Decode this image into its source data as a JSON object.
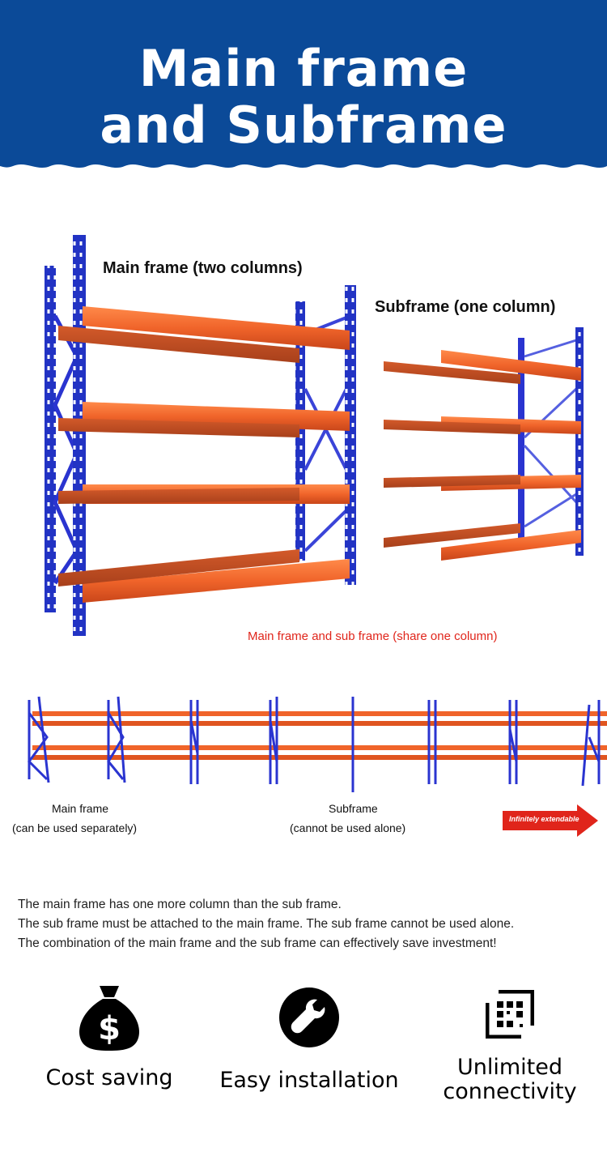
{
  "banner": {
    "line1": "Main frame",
    "line2": "and Subframe",
    "color": "#0b4a98"
  },
  "diagram1": {
    "main_frame_label": "Main frame (two columns)",
    "subframe_label": "Subframe (one column)",
    "shared_label": "Main frame and sub frame (share one column)"
  },
  "diagram2": {
    "main_frame_label": "Main frame",
    "main_frame_note": "(can be used separately)",
    "subframe_label": "Subframe",
    "subframe_note": "(cannot be used alone)",
    "extend_badge": "Infinitely extendable"
  },
  "description": {
    "line1": "The main frame has one more column than the sub frame.",
    "line2": "The sub frame must be attached to the main frame. The sub frame cannot be used alone.",
    "line3": "The combination of the main frame and the sub frame can effectively save investment!"
  },
  "features": [
    {
      "label": "Cost saving",
      "icon": "money-bag-icon"
    },
    {
      "label": "Easy installation",
      "icon": "wrench-icon"
    },
    {
      "label_line1": "Unlimited",
      "label_line2": "connectivity",
      "icon": "grid-link-icon"
    }
  ],
  "colors": {
    "upright": "#2233c4",
    "beam": "#f0642a",
    "accent_red": "#e0251b"
  }
}
